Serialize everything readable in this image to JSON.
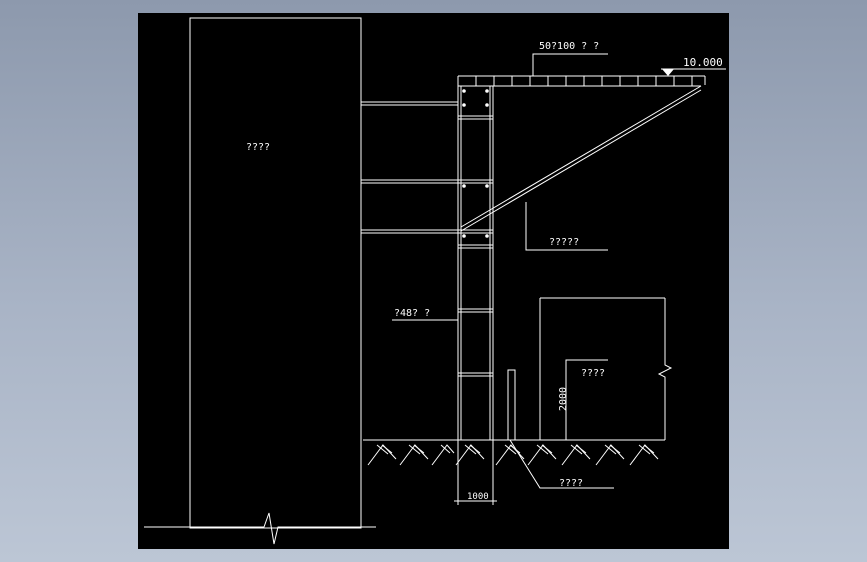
{
  "drawing": {
    "labels": {
      "building": "????",
      "slab_spec": "50?100 ? ?",
      "elevation": "10.000",
      "brace": "?????",
      "pipe": "?48? ?",
      "height_dim": "2000",
      "room": "????",
      "width_dim": "1000",
      "ground": "????"
    }
  }
}
